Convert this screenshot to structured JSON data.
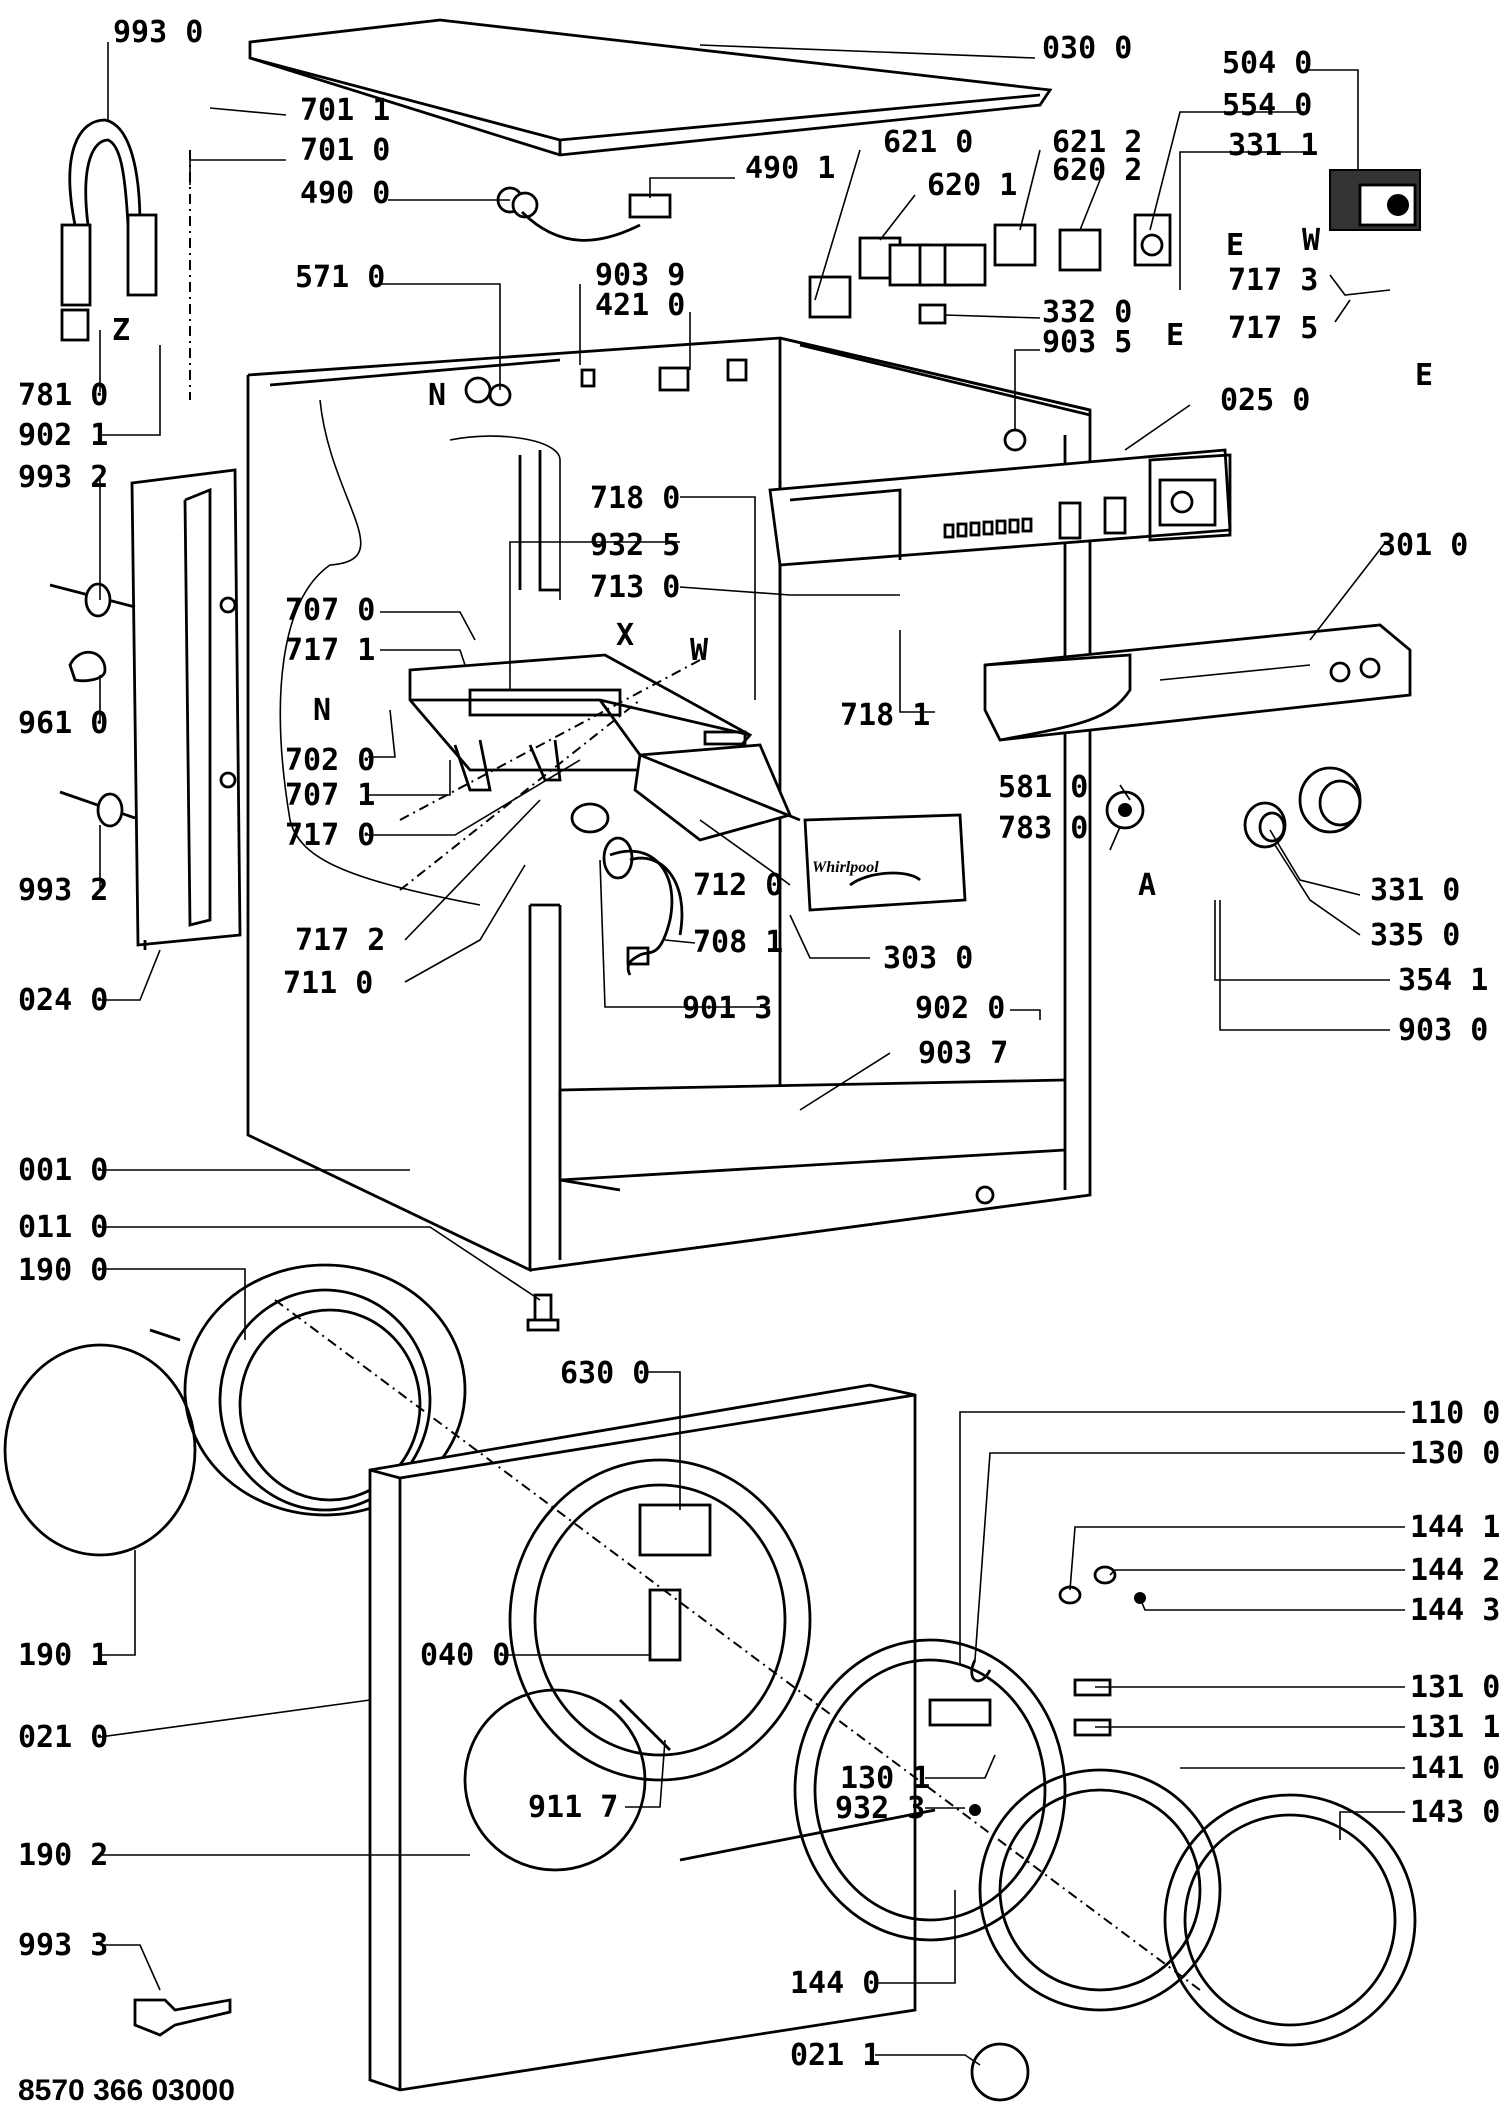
{
  "diagram": {
    "reference": "8570 366 03000",
    "brand": "Whirlpool",
    "parts": [
      {
        "num": "993 0"
      },
      {
        "num": "701 1"
      },
      {
        "num": "701 0"
      },
      {
        "num": "490 0"
      },
      {
        "num": "490 1"
      },
      {
        "num": "030 0"
      },
      {
        "num": "504 0"
      },
      {
        "num": "554 0"
      },
      {
        "num": "621 0"
      },
      {
        "num": "621 2"
      },
      {
        "num": "620 1"
      },
      {
        "num": "620 2"
      },
      {
        "num": "331 1"
      },
      {
        "num": "571 0"
      },
      {
        "num": "903 9"
      },
      {
        "num": "421 0"
      },
      {
        "num": "332 0"
      },
      {
        "num": "903 5"
      },
      {
        "num": "717 3"
      },
      {
        "num": "717 5"
      },
      {
        "num": "781 0"
      },
      {
        "num": "902 1"
      },
      {
        "num": "993 2"
      },
      {
        "num": "025 0"
      },
      {
        "num": "718 0"
      },
      {
        "num": "932 5"
      },
      {
        "num": "713 0"
      },
      {
        "num": "301 0"
      },
      {
        "num": "707 0"
      },
      {
        "num": "717 1"
      },
      {
        "num": "961 0"
      },
      {
        "num": "718 1"
      },
      {
        "num": "702 0"
      },
      {
        "num": "707 1"
      },
      {
        "num": "717 0"
      },
      {
        "num": "581 0"
      },
      {
        "num": "783 0"
      },
      {
        "num": "993 2"
      },
      {
        "num": "712 0"
      },
      {
        "num": "331 0"
      },
      {
        "num": "335 0"
      },
      {
        "num": "717 2"
      },
      {
        "num": "708 1"
      },
      {
        "num": "711 0"
      },
      {
        "num": "303 0"
      },
      {
        "num": "354 1"
      },
      {
        "num": "024 0"
      },
      {
        "num": "901 3"
      },
      {
        "num": "902 0"
      },
      {
        "num": "903 0"
      },
      {
        "num": "903 7"
      },
      {
        "num": "001 0"
      },
      {
        "num": "011 0"
      },
      {
        "num": "190 0"
      },
      {
        "num": "630 0"
      },
      {
        "num": "110 0"
      },
      {
        "num": "130 0"
      },
      {
        "num": "144 1"
      },
      {
        "num": "144 2"
      },
      {
        "num": "144 3"
      },
      {
        "num": "190 1"
      },
      {
        "num": "040 0"
      },
      {
        "num": "131 0"
      },
      {
        "num": "021 0"
      },
      {
        "num": "131 1"
      },
      {
        "num": "141 0"
      },
      {
        "num": "130 1"
      },
      {
        "num": "911 7"
      },
      {
        "num": "932 3"
      },
      {
        "num": "143 0"
      },
      {
        "num": "190 2"
      },
      {
        "num": "993 3"
      },
      {
        "num": "144 0"
      },
      {
        "num": "021 1"
      }
    ],
    "letters": [
      "Z",
      "N",
      "E",
      "W",
      "E",
      "E",
      "X",
      "W",
      "N",
      "A"
    ]
  }
}
